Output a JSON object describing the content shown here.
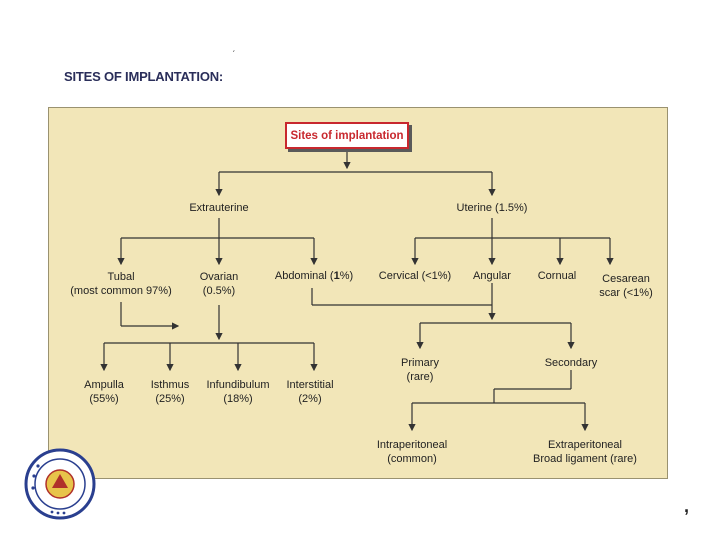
{
  "slide": {
    "title": "SITES OF IMPLANTATION:",
    "tick": "ˊ",
    "comma": ","
  },
  "diagram": {
    "root": "Sites of implantation",
    "extrauterine": "Extrauterine",
    "uterine": "Uterine (1.5%)",
    "tubal": {
      "line1": "Tubal",
      "line2": "(most common 97%)"
    },
    "ovarian": {
      "line1": "Ovarian",
      "line2": "(0.5%)"
    },
    "abdominal": {
      "prefix": "Abdominal (",
      "bold": "1",
      "suffix": "%)"
    },
    "cervical": "Cervical (<1%)",
    "angular": "Angular",
    "cornual": "Cornual",
    "cesarean": {
      "line1": "Cesarean",
      "line2": "scar (<1%)"
    },
    "ampulla": {
      "line1": "Ampulla",
      "line2": "(55%)"
    },
    "isthmus": {
      "line1": "Isthmus",
      "line2": "(25%)"
    },
    "infundibulum": {
      "line1": "Infundibulum",
      "line2": "(18%)"
    },
    "interstitial": {
      "line1": "Interstitial",
      "line2": "(2%)"
    },
    "primary": {
      "line1": "Primary",
      "line2": "(rare)"
    },
    "secondary": "Secondary",
    "intraperitoneal": {
      "line1": "Intraperitoneal",
      "line2": "(common)"
    },
    "extraperitoneal": {
      "line1": "Extraperitoneal",
      "line2": "Broad ligament (rare)"
    }
  },
  "colors": {
    "panel": "#f2e6b8",
    "root_border": "#c8282e",
    "title": "#2a2e5a",
    "lines": "#333333"
  }
}
